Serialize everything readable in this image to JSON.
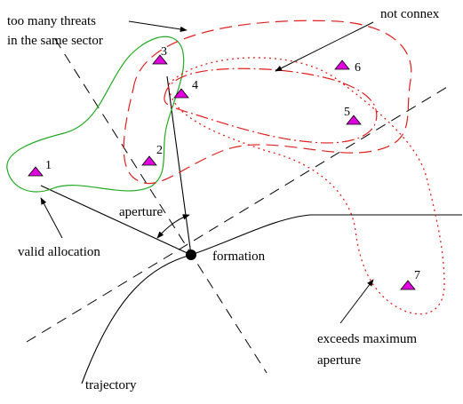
{
  "annotations": {
    "too_many_line1": "too many threats",
    "too_many_line2": "in the same sector",
    "not_connex": "not connex",
    "aperture": "aperture",
    "valid_allocation": "valid allocation",
    "formation": "formation",
    "exceeds_line1": "exceeds maximum",
    "exceeds_line2": "aperture",
    "trajectory": "trajectory"
  },
  "threats": [
    {
      "label": "1"
    },
    {
      "label": "2"
    },
    {
      "label": "3"
    },
    {
      "label": "4"
    },
    {
      "label": "5"
    },
    {
      "label": "6"
    },
    {
      "label": "7"
    }
  ],
  "colors": {
    "threat_fill": "#e000e0",
    "valid_region": "#22aa22",
    "invalid_region": "#e02020",
    "lines": "#000000"
  }
}
